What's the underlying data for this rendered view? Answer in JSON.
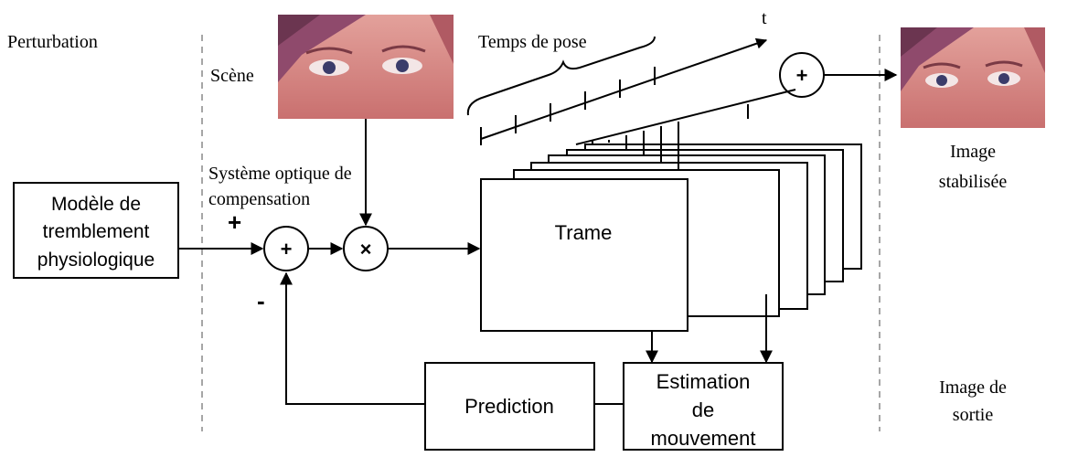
{
  "labels": {
    "perturbation": "Perturbation",
    "scene": "Scène",
    "temps_de_pose": "Temps de pose",
    "t": "t",
    "image_stabilisee_1": "Image",
    "image_stabilisee_2": "stabilisée",
    "systeme_optique_1": "Système  optique de",
    "systeme_optique_2": "compensation",
    "modele_1": "Modèle de",
    "modele_2": "tremblement",
    "modele_3": "physiologique",
    "plus_sign": "+",
    "minus_sign": "-",
    "trame": "Trame",
    "prediction": "Prediction",
    "estimation_1": "Estimation",
    "estimation_2": "de",
    "estimation_3": "mouvement",
    "image_sortie_1": "Image de",
    "image_sortie_2": "sortie"
  },
  "operators": {
    "sum_input": "+",
    "multiply": "×",
    "sum_output": "+"
  },
  "colors": {
    "face_skin": "#d98a86",
    "face_shadow": "#b05a63",
    "hat": "#8f4a6c",
    "hair": "#6b3550",
    "eye": "#3b3c6a",
    "dashed_separator": "#888888"
  }
}
